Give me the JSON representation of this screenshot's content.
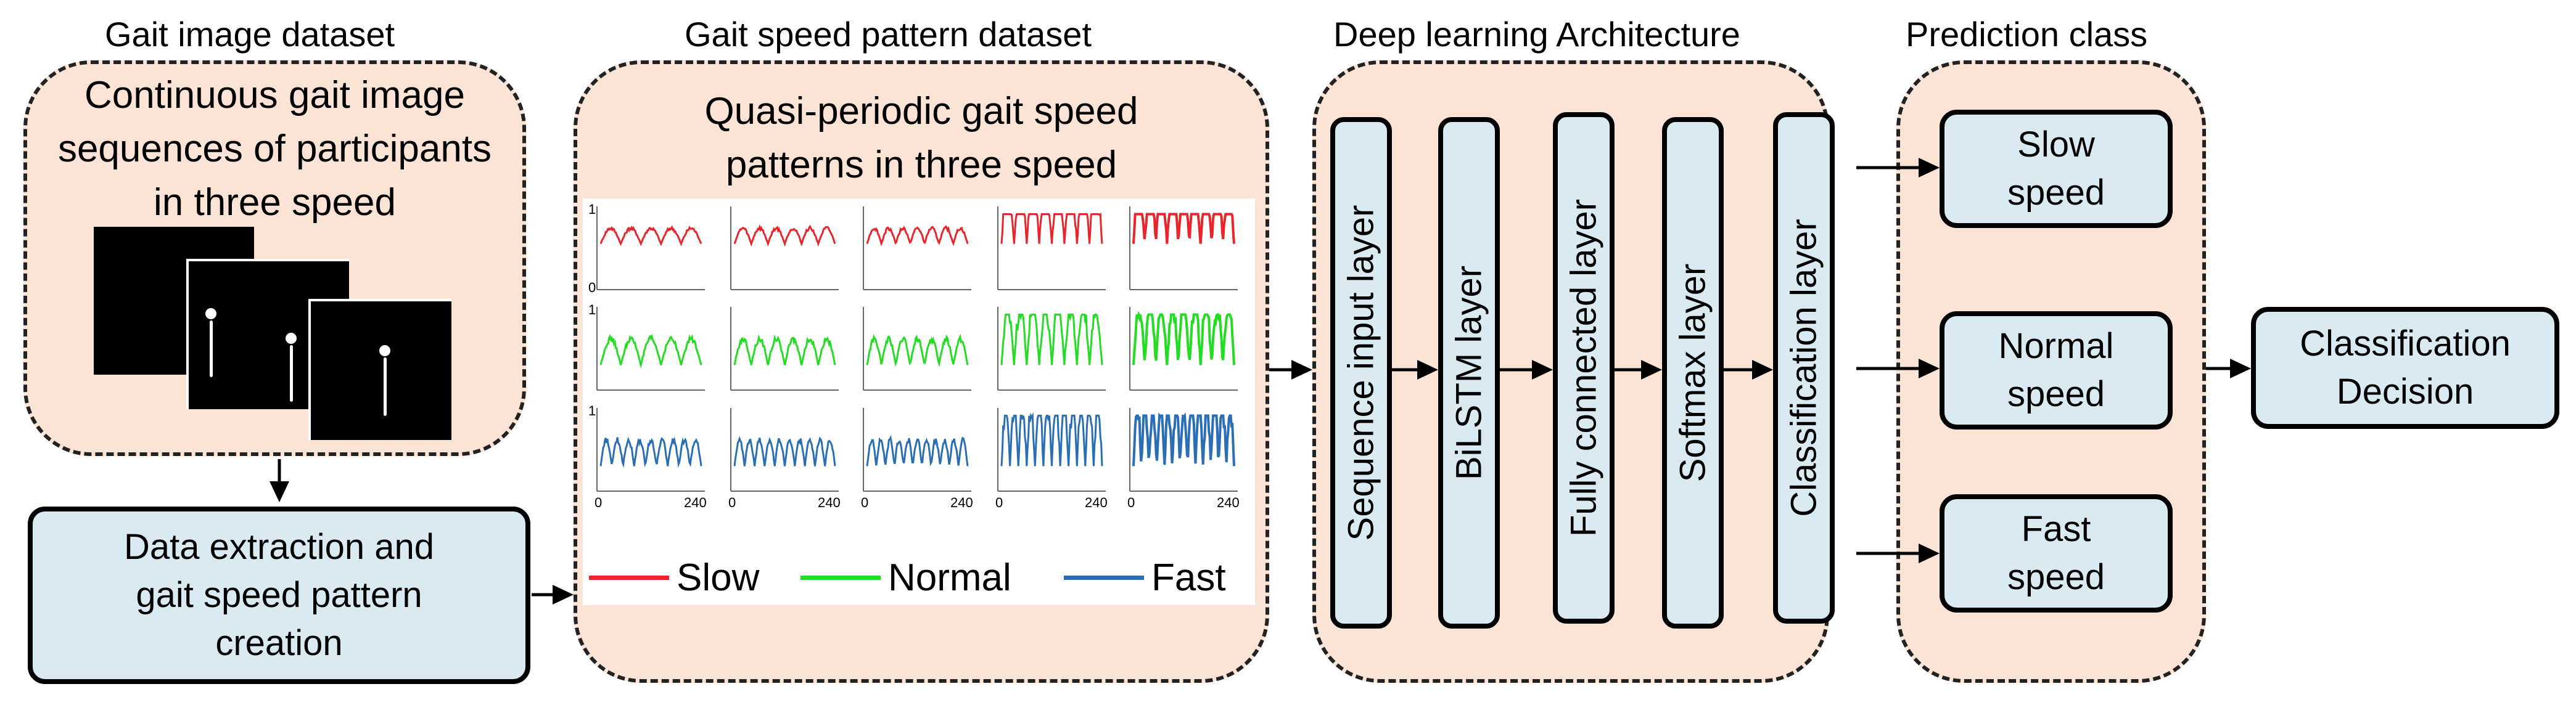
{
  "titles": {
    "gait_image_dataset": "Gait image dataset",
    "speed_pattern_dataset": "Gait speed pattern dataset",
    "architecture": "Deep learning Architecture",
    "prediction_class": "Prediction class"
  },
  "gait_image_group": {
    "text_lines": [
      "Continuous gait image",
      "sequences  of participants",
      "in three speed"
    ]
  },
  "extraction_box": {
    "lines": [
      "Data extraction and",
      "gait speed pattern",
      "creation"
    ]
  },
  "pattern_group": {
    "text_lines": [
      "Quasi-periodic gait speed",
      "patterns in three speed"
    ],
    "axis_top_label": "1",
    "axis_zero_label": "0",
    "axis_end_label": "240",
    "legend": [
      {
        "label": "Slow",
        "color": "#e8252b"
      },
      {
        "label": "Normal",
        "color": "#22dd22"
      },
      {
        "label": "Fast",
        "color": "#2a6fb5"
      }
    ]
  },
  "layers": [
    "Sequence  input layer",
    "BiLSTM layer",
    "Fully connected layer",
    "Softmax layer",
    "Classification layer"
  ],
  "prediction": {
    "classes": [
      {
        "lines": [
          "Slow",
          "speed"
        ]
      },
      {
        "lines": [
          "Normal",
          "speed"
        ]
      },
      {
        "lines": [
          "Fast",
          "speed"
        ]
      }
    ]
  },
  "decision": {
    "lines": [
      "Classification",
      "Decision"
    ]
  },
  "colors": {
    "group_fill": "#fbe3d5",
    "box_fill": "#d9eaf2",
    "slow": "#e8252b",
    "normal": "#22dd22",
    "fast": "#2a6fb5"
  }
}
